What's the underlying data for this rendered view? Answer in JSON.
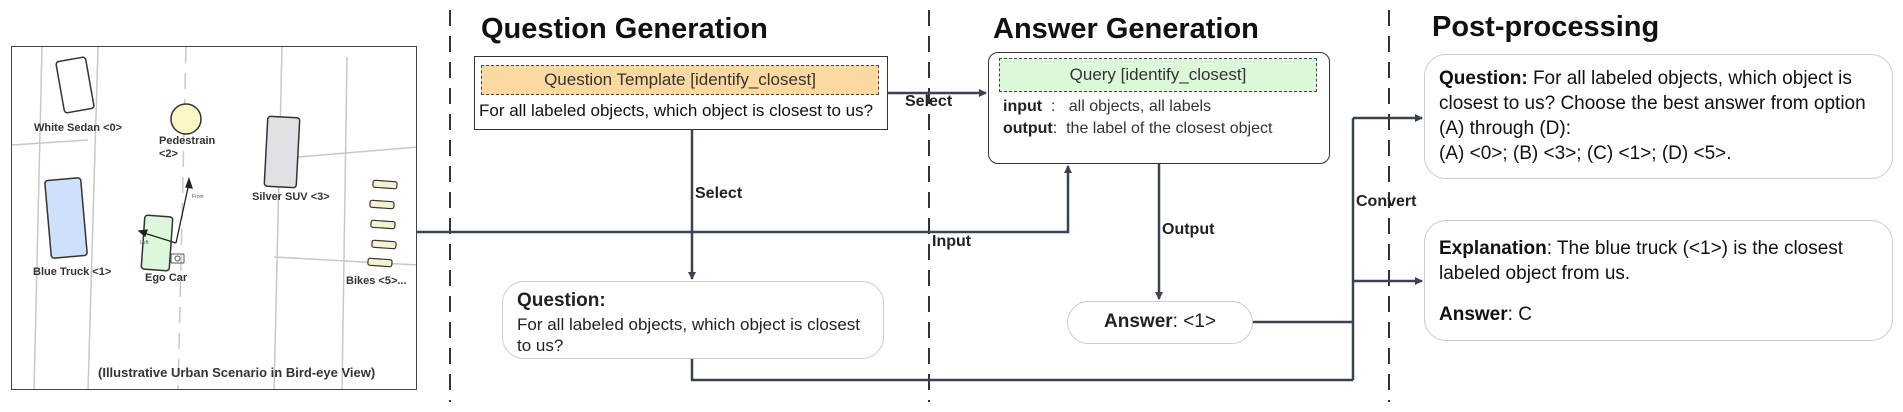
{
  "headers": {
    "question_generation": "Question Generation",
    "answer_generation": "Answer Generation",
    "post_processing": "Post-processing"
  },
  "scene": {
    "objects": [
      {
        "label": "White Sedan <0>"
      },
      {
        "label": "Pedestrain <2>"
      },
      {
        "label": "Silver SUV <3>"
      },
      {
        "label": "Blue Truck <1>"
      },
      {
        "label": "Ego Car"
      },
      {
        "label": "Bikes <5>..."
      }
    ],
    "caption": "(Illustrative Urban Scenario in Bird-eye View)",
    "ego_axis_left": "Left",
    "ego_axis_front": "Front",
    "colors": {
      "sedan": "#ffffff",
      "pedestrian": "#fbf8c6",
      "suv": "#dfe1e5",
      "truck": "#cfe0fb",
      "ego": "#dcf7d9",
      "bikes": "#f6f1d2"
    }
  },
  "template": {
    "title": "Question Template [identify_closest]",
    "text": "For all labeled objects, which object is closest to us?"
  },
  "question_box": {
    "heading": "Question:",
    "text": "For all labeled objects, which object is closest to us?"
  },
  "query": {
    "title": "Query [identify_closest]",
    "input_label": "input",
    "input_value": "all objects, all labels",
    "output_label": "output",
    "output_value": "the label of the closest object"
  },
  "answer_box": {
    "label": "Answer",
    "value": ": <1>"
  },
  "post_question": {
    "label": "Question:",
    "text": " For all labeled objects, which object is closest to us?  Choose the best answer from option (A) through (D):",
    "options": "(A) <0>; (B) <3>; (C) <1>; (D) <5>."
  },
  "post_explanation": {
    "label": "Explanation",
    "text": ": The blue truck (<1>) is the closest labeled object from us.",
    "answer_label": "Answer",
    "answer_value": ": C"
  },
  "edges": {
    "select_right": "Select",
    "select_down": "Select",
    "input": "Input",
    "output": "Output",
    "convert": "Convert"
  },
  "colors": {
    "line": "#3a4350",
    "template_fill": "#fbd9a1",
    "query_fill": "#dcf7d9"
  }
}
